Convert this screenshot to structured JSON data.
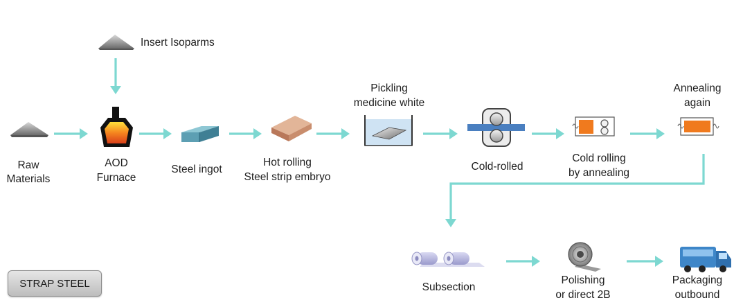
{
  "labels": {
    "insert": "Insert Isoparms",
    "raw_1": "Raw",
    "raw_2": "Materials",
    "aod_1": "AOD",
    "aod_2": "Furnace",
    "ingot": "Steel ingot",
    "hot_1": "Hot rolling",
    "hot_2": "Steel strip embryo",
    "pick_1": "Pickling",
    "pick_2": "medicine white",
    "cold": "Cold-rolled",
    "coldann_1": "Cold rolling",
    "coldann_2": "by annealing",
    "ann_1": "Annealing",
    "ann_2": "again",
    "sub": "Subsection",
    "pol_1": "Polishing",
    "pol_2": "or direct 2B",
    "pack_1": "Packaging",
    "pack_2": "outbound"
  },
  "badge": "STRAP STEEL",
  "colors": {
    "arrow": "#7dd8d1",
    "ingot": "#5d9fb3",
    "strip": "#cf9a7a",
    "furnace": "#f07a1e",
    "coil": "#b3b3d9",
    "truck": "#3e86c8"
  }
}
